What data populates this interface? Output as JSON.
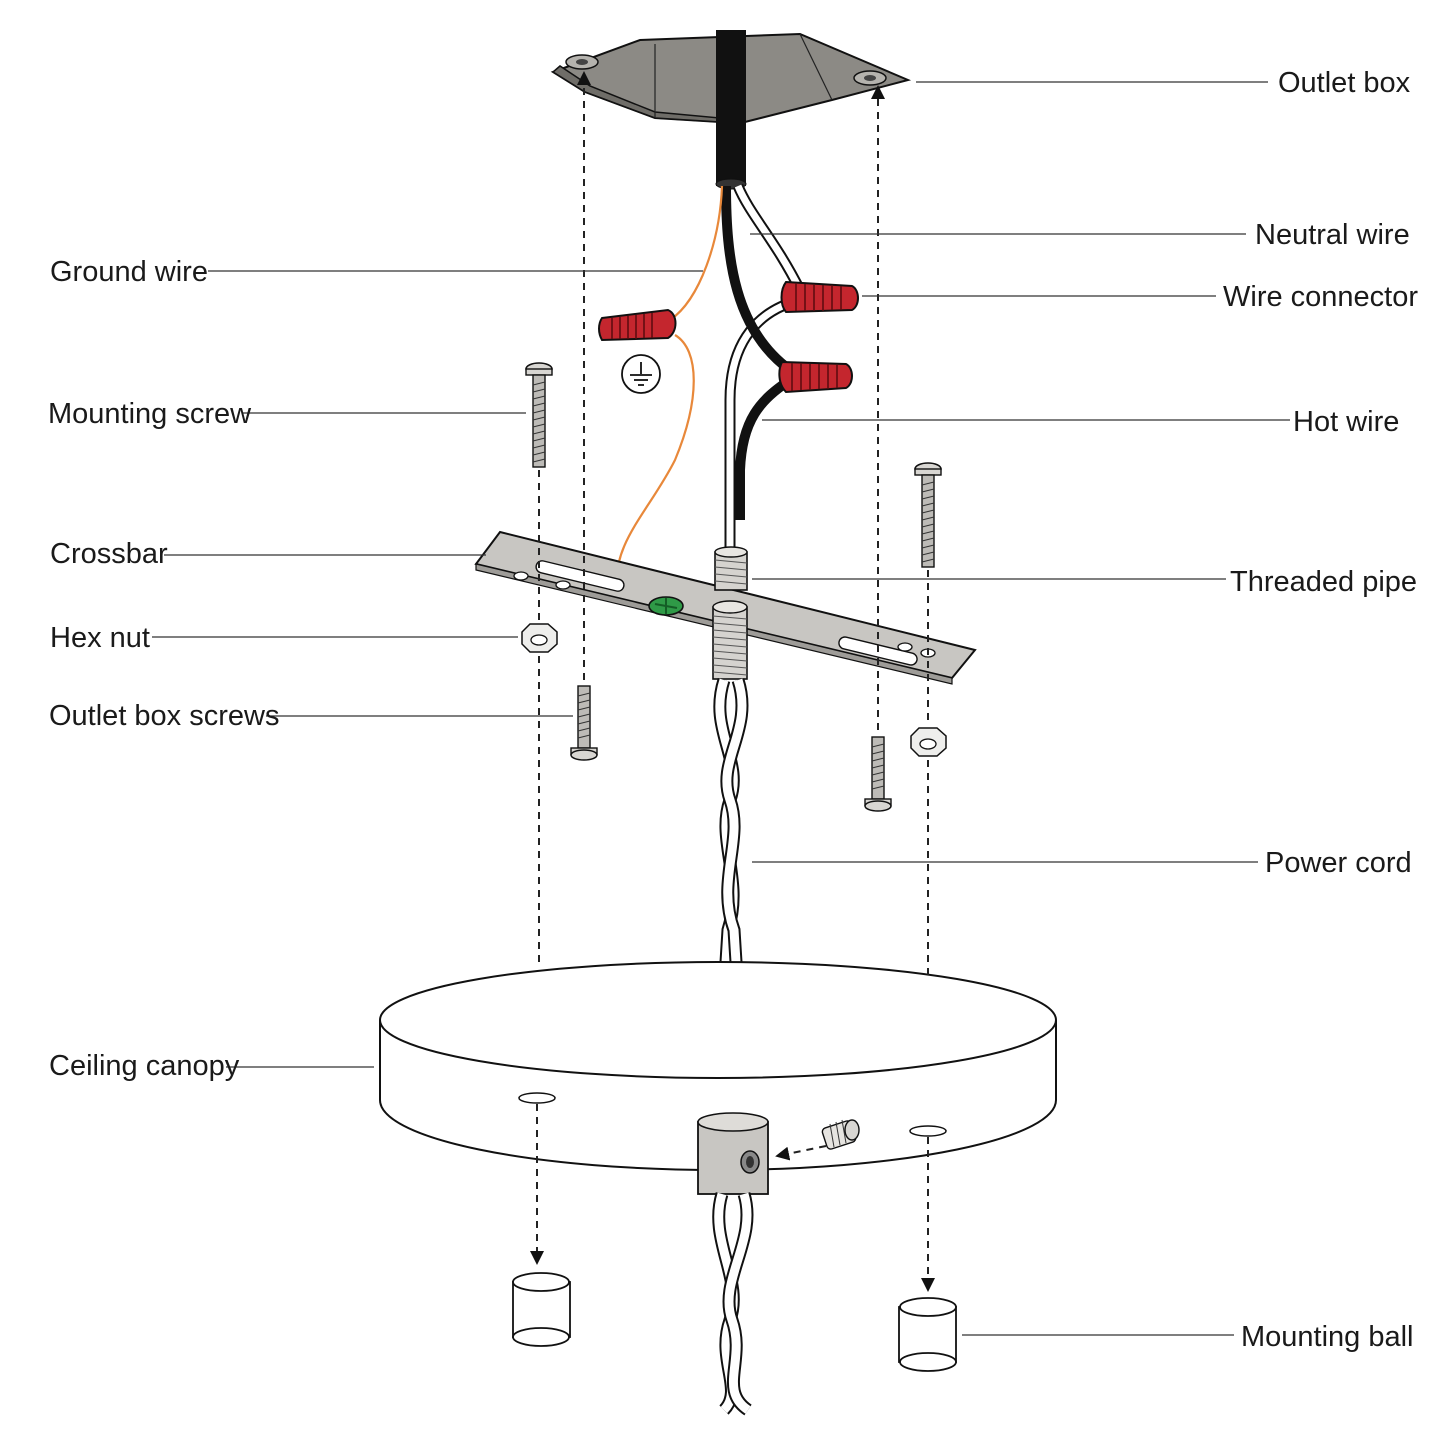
{
  "labels": {
    "outlet_box": "Outlet box",
    "neutral_wire": "Neutral wire",
    "ground_wire": "Ground wire",
    "wire_connector": "Wire connector",
    "mounting_screw": "Mounting screw",
    "hot_wire": "Hot wire",
    "crossbar": "Crossbar",
    "threaded_pipe": "Threaded pipe",
    "hex_nut": "Hex nut",
    "outlet_box_screws": "Outlet box screws",
    "power_cord": "Power cord",
    "ceiling_canopy": "Ceiling canopy",
    "mounting_ball": "Mounting ball"
  },
  "colors": {
    "outlet_box": "#8c8a85",
    "crossbar": "#c8c6c2",
    "wire_connector": "#c4262e",
    "ground_wire": "#e8883a",
    "ground_screw": "#2f9a47",
    "hot_wire": "#111111"
  },
  "icons": [
    "ground-symbol-icon",
    "dashed-arrow-up-icon",
    "dashed-arrow-down-icon"
  ]
}
